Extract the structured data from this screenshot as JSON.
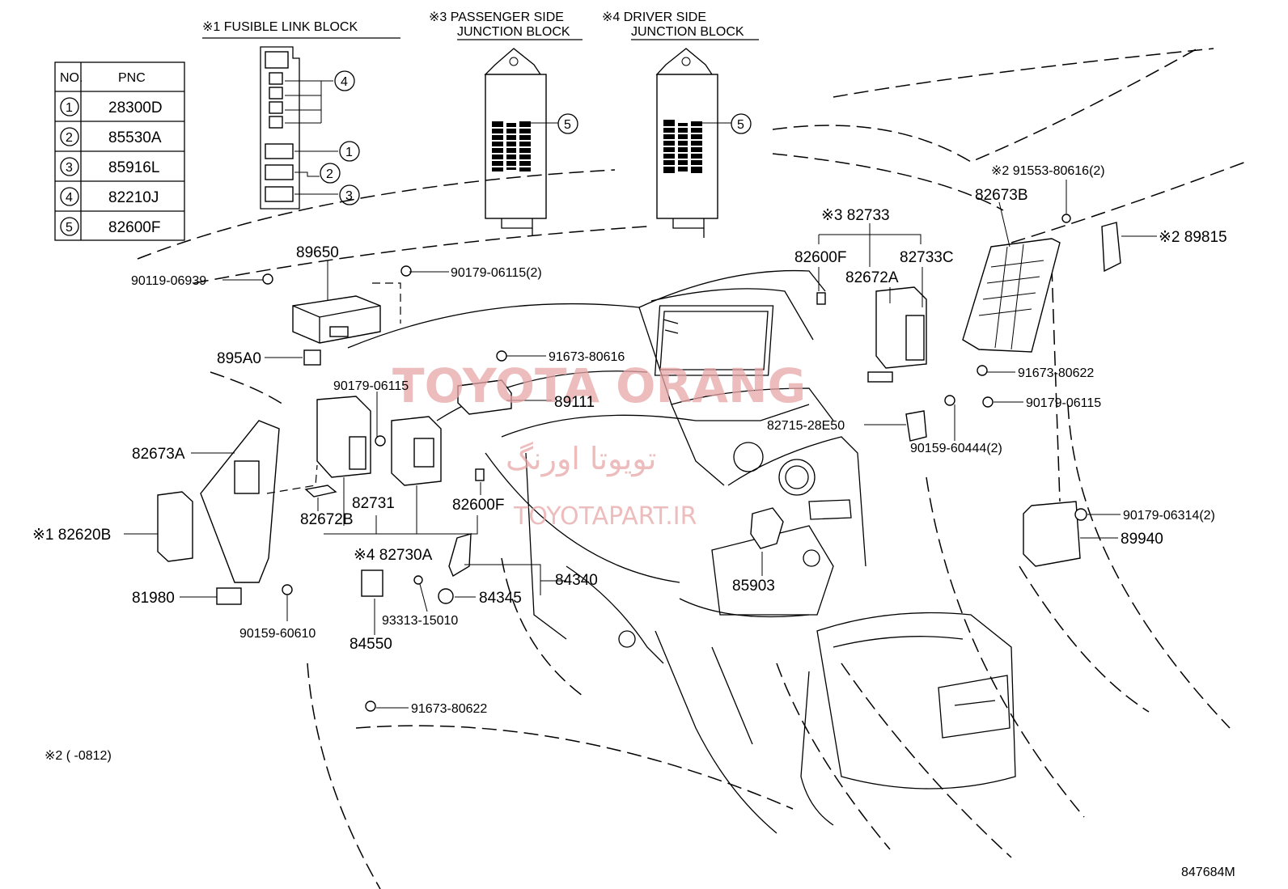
{
  "legend": {
    "header_no": "NO.",
    "header_pnc": "PNC",
    "rows": [
      {
        "no": "1",
        "pnc": "28300D"
      },
      {
        "no": "2",
        "pnc": "85530A"
      },
      {
        "no": "3",
        "pnc": "85916L"
      },
      {
        "no": "4",
        "pnc": "82210J"
      },
      {
        "no": "5",
        "pnc": "82600F"
      }
    ]
  },
  "insets": {
    "fusible_title": "※1 FUSIBLE LINK BLOCK",
    "passenger_title_1": "※3 PASSENGER SIDE",
    "passenger_title_2": "JUNCTION BLOCK",
    "driver_title_1": "※4 DRIVER SIDE",
    "driver_title_2": "JUNCTION BLOCK",
    "callouts": [
      "4",
      "1",
      "2",
      "3",
      "5",
      "5"
    ]
  },
  "parts": {
    "p89650": "89650",
    "p90119_06939": "90119-06939",
    "p90179_06115_2": "90179-06115(2)",
    "p895A0": "895A0",
    "p91673_80616": "91673-80616",
    "p90179_06115_a": "90179-06115",
    "p89111": "89111",
    "p82673A": "82673A",
    "p82620B": "※1 82620B",
    "p81980": "81980",
    "p90159_60610": "90159-60610",
    "p82731": "82731",
    "p82672B": "82672B",
    "p82600F_a": "82600F",
    "p82730A": "※4 82730A",
    "p84340": "84340",
    "p84345": "84345",
    "p93313_15010": "93313-15010",
    "p84550": "84550",
    "p91673_80622_a": "91673-80622",
    "p85903": "85903",
    "p82733": "※3 82733",
    "p82600F_b": "82600F",
    "p82733C": "82733C",
    "p82672A": "82672A",
    "p82673B": "82673B",
    "p91553_80616": "※2 91553-80616(2)",
    "p89815": "※2 89815",
    "p91673_80622_b": "91673-80622",
    "p90179_06115_b": "90179-06115",
    "p82715_28E50": "82715-28E50",
    "p90159_60444": "90159-60444(2)",
    "p90179_06314": "90179-06314(2)",
    "p89940": "89940"
  },
  "footnote": "※2 (      -0812)",
  "diagram_id": "847684M",
  "watermark": {
    "brand": "TOYOTA ORANG",
    "persian": "تویوتا اورنگ",
    "site": "TOYOTAPART.IR"
  }
}
